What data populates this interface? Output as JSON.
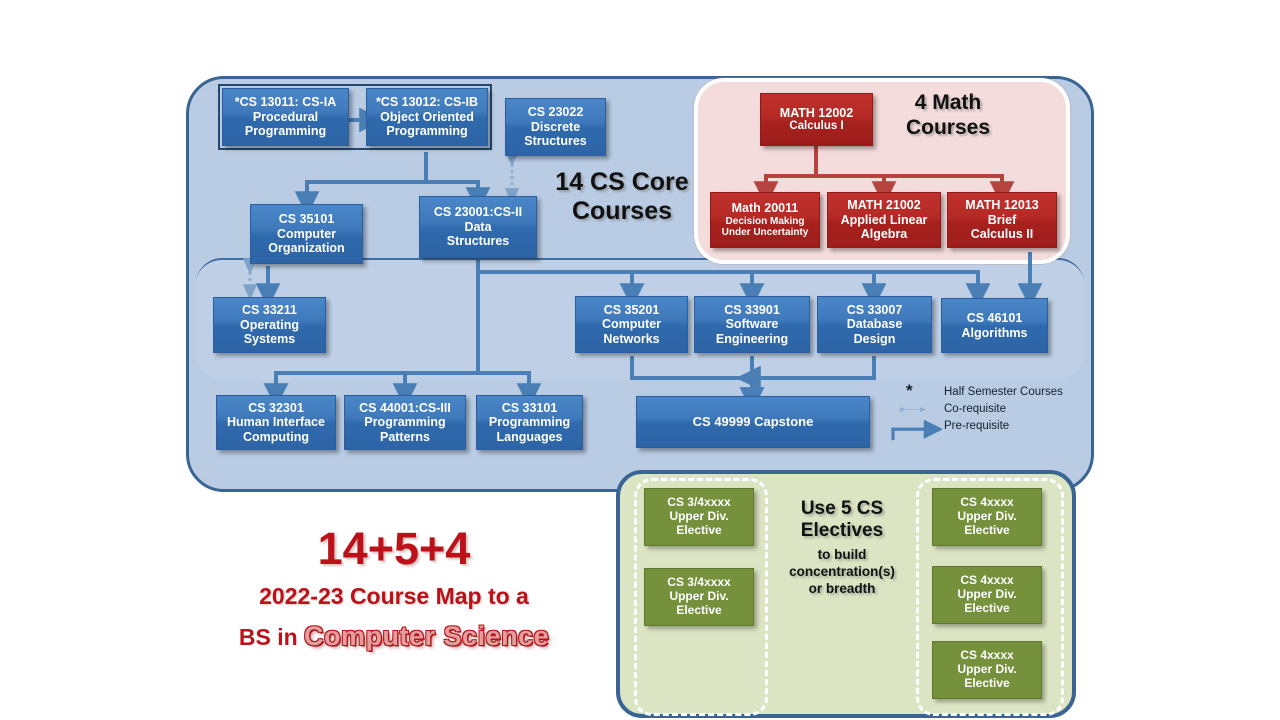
{
  "title": {
    "counts": "14+5+4",
    "line2": "2022-23 Course Map to a",
    "line3_prefix": "BS in",
    "line3_major": "Computer Science"
  },
  "core_panel": {
    "heading_line1": "14 CS Core",
    "heading_line2": "Courses",
    "courses": [
      {
        "id": "cs13011",
        "lines": [
          "*CS 13011:  CS-IA",
          "Procedural",
          "Programming"
        ]
      },
      {
        "id": "cs13012",
        "lines": [
          "*CS 13012:  CS-IB",
          "Object Oriented",
          "Programming"
        ]
      },
      {
        "id": "cs23022",
        "lines": [
          "CS 23022",
          "Discrete",
          "Structures"
        ]
      },
      {
        "id": "cs35101",
        "lines": [
          "CS 35101",
          "Computer",
          "Organization"
        ]
      },
      {
        "id": "cs23001",
        "lines": [
          "CS 23001:CS-II",
          "Data",
          "Structures"
        ]
      },
      {
        "id": "cs33211",
        "lines": [
          "CS  33211",
          "Operating",
          "Systems"
        ]
      },
      {
        "id": "cs35201",
        "lines": [
          "CS 35201",
          "Computer",
          "Networks"
        ]
      },
      {
        "id": "cs33901",
        "lines": [
          "CS 33901",
          "Software",
          "Engineering"
        ]
      },
      {
        "id": "cs33007",
        "lines": [
          "CS 33007",
          "Database",
          "Design"
        ]
      },
      {
        "id": "cs46101",
        "lines": [
          "CS 46101",
          "Algorithms"
        ]
      },
      {
        "id": "cs32301",
        "lines": [
          "CS 32301",
          "Human Interface",
          "Computing"
        ]
      },
      {
        "id": "cs44001",
        "lines": [
          "CS 44001:CS-III",
          "Programming",
          "Patterns"
        ]
      },
      {
        "id": "cs33101",
        "lines": [
          "CS 33101",
          "Programming",
          "Languages"
        ]
      },
      {
        "id": "cs49999",
        "lines": [
          "CS 49999  Capstone"
        ]
      }
    ]
  },
  "math_panel": {
    "heading_line1": "4 Math",
    "heading_line2": "Courses",
    "courses": [
      {
        "id": "math12002",
        "lines": [
          "MATH 12002",
          "Calculus I"
        ],
        "small_from": 9
      },
      {
        "id": "math20011",
        "lines": [
          "Math 20011",
          "Decision Making",
          "Under Uncertainty"
        ],
        "small_from": 1
      },
      {
        "id": "math21002",
        "lines": [
          "MATH 21002",
          "Applied Linear",
          "Algebra"
        ],
        "small_from": 9
      },
      {
        "id": "math12013",
        "lines": [
          "MATH 12013",
          "Brief",
          "Calculus II"
        ],
        "small_from": 9
      }
    ]
  },
  "electives_panel": {
    "heading": "Use 5 CS",
    "heading2": "Electives",
    "sub_line1": "to build",
    "sub_line2": "concentration(s)",
    "sub_line3": "or breadth",
    "left_boxes": [
      {
        "lines": [
          "CS 3/4xxxx",
          "Upper  Div.",
          "Elective"
        ]
      },
      {
        "lines": [
          "CS 3/4xxxx",
          "Upper  Div.",
          "Elective"
        ]
      }
    ],
    "right_boxes": [
      {
        "lines": [
          "CS 4xxxx",
          "Upper  Div.",
          "Elective"
        ]
      },
      {
        "lines": [
          "CS 4xxxx",
          "Upper Div.",
          "Elective"
        ]
      },
      {
        "lines": [
          "CS 4xxxx",
          "Upper  Div.",
          "Elective"
        ]
      }
    ]
  },
  "legend": {
    "star_glyph": "*",
    "half_semester": "Half Semester Courses",
    "corequisite": "Co-requisite",
    "prerequisite": "Pre-requisite"
  },
  "colors": {
    "cs_box": "#3f79bb",
    "math_box": "#b52a26",
    "elective_box": "#76913c",
    "core_panel_bg": "#b9cce4",
    "core_panel_border": "#3a6494",
    "math_panel_bg": "#f5dcdc",
    "electives_panel_bg": "#dbe5c3",
    "title_red": "#bc1118",
    "arrow_blue": "#4a7fb5",
    "arrow_red": "#b5443f"
  }
}
